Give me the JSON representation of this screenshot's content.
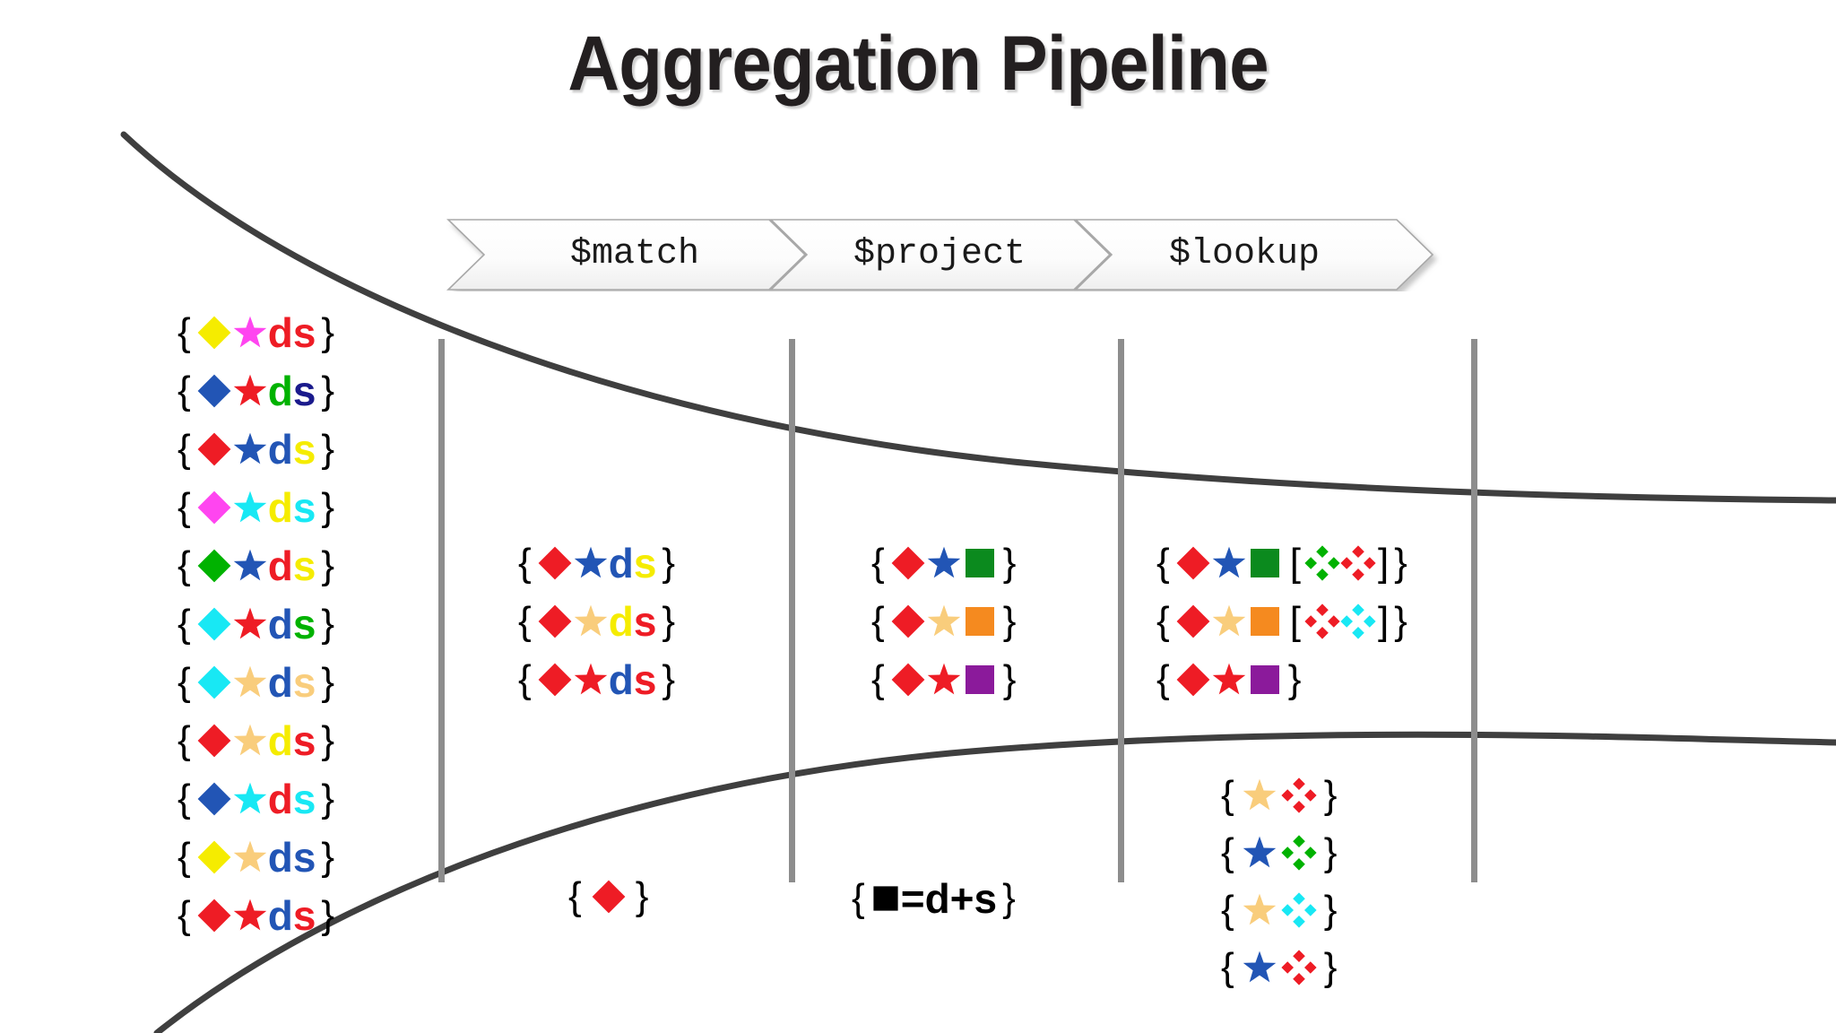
{
  "title": "Aggregation Pipeline",
  "palette": {
    "red": "#ee1c25",
    "blue": "#2255b5",
    "navy": "#1a1a8c",
    "green": "#00b200",
    "dark_green": "#0b8a1e",
    "yellow": "#f5ec00",
    "magenta": "#ff45f0",
    "cyan": "#18e8f4",
    "tan": "#f9cd7c",
    "orange": "#f58a1f",
    "purple": "#8b1a9b",
    "black": "#000000",
    "curve": "#3f3f3f",
    "divider": "#8d8d8d"
  },
  "banner": {
    "stages": [
      {
        "label": "$match"
      },
      {
        "label": "$project"
      },
      {
        "label": "$lookup"
      }
    ]
  },
  "columns": {
    "source": {
      "name": "source-collection",
      "docs": [
        {
          "diamond": "yellow",
          "star": "magenta",
          "d": "red",
          "s": "red"
        },
        {
          "diamond": "blue",
          "star": "red",
          "d": "green",
          "s": "navy"
        },
        {
          "diamond": "red",
          "star": "blue",
          "d": "blue",
          "s": "yellow"
        },
        {
          "diamond": "magenta",
          "star": "cyan",
          "d": "yellow",
          "s": "cyan"
        },
        {
          "diamond": "green",
          "star": "blue",
          "d": "red",
          "s": "yellow"
        },
        {
          "diamond": "cyan",
          "star": "red",
          "d": "blue",
          "s": "green"
        },
        {
          "diamond": "cyan",
          "star": "tan",
          "d": "blue",
          "s": "tan"
        },
        {
          "diamond": "red",
          "star": "tan",
          "d": "yellow",
          "s": "red"
        },
        {
          "diamond": "blue",
          "star": "cyan",
          "d": "red",
          "s": "cyan"
        },
        {
          "diamond": "yellow",
          "star": "tan",
          "d": "blue",
          "s": "blue"
        },
        {
          "diamond": "red",
          "star": "red",
          "d": "blue",
          "s": "red"
        }
      ]
    },
    "match": {
      "name": "match-output",
      "docs": [
        {
          "diamond": "red",
          "star": "blue",
          "d": "blue",
          "s": "yellow"
        },
        {
          "diamond": "red",
          "star": "tan",
          "d": "yellow",
          "s": "red"
        },
        {
          "diamond": "red",
          "star": "red",
          "d": "blue",
          "s": "red"
        }
      ],
      "criteria": {
        "diamond": "red"
      }
    },
    "project": {
      "name": "project-output",
      "docs": [
        {
          "diamond": "red",
          "star": "blue",
          "square": "dark_green"
        },
        {
          "diamond": "red",
          "star": "tan",
          "square": "orange"
        },
        {
          "diamond": "red",
          "star": "red",
          "square": "purple"
        }
      ],
      "criteria": {
        "square": "black",
        "equals": "=d+s"
      }
    },
    "lookup": {
      "name": "lookup-output",
      "docs": [
        {
          "diamond": "red",
          "star": "blue",
          "square": "dark_green",
          "array": [
            "green",
            "red"
          ]
        },
        {
          "diamond": "red",
          "star": "tan",
          "square": "orange",
          "array": [
            "red",
            "cyan"
          ]
        },
        {
          "diamond": "red",
          "star": "red",
          "square": "purple",
          "array": []
        }
      ],
      "foreign_collection": [
        {
          "star": "tan",
          "cluster": "red"
        },
        {
          "star": "blue",
          "cluster": "green"
        },
        {
          "star": "tan",
          "cluster": "cyan"
        },
        {
          "star": "blue",
          "cluster": "red"
        }
      ]
    }
  },
  "glyphs": {
    "open_brace": "{",
    "close_brace": "}",
    "open_bracket": "[",
    "close_bracket": "]",
    "d_letter": "d",
    "s_letter": "s",
    "diamond": "diamond-icon",
    "star": "star-icon",
    "square": "square-icon",
    "cluster": "diamond-cluster-icon"
  }
}
